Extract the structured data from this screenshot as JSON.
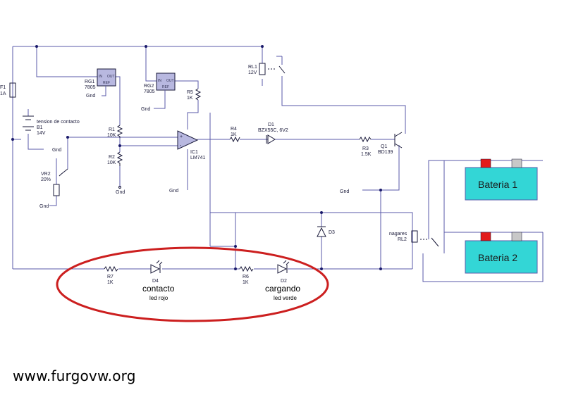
{
  "components": {
    "f1": {
      "ref": "F1",
      "value": "1A"
    },
    "b1": {
      "desc": "tension de contacto",
      "ref": "B1",
      "value": "14V"
    },
    "vr2": {
      "ref": "VR2",
      "value": "20%"
    },
    "rg1": {
      "ref": "RG1",
      "value": "7805",
      "in": "IN",
      "out": "OUT",
      "ref_pin": "REF"
    },
    "rg2": {
      "ref": "RG2",
      "value": "7805",
      "in": "IN",
      "out": "OUT",
      "ref_pin": "REF"
    },
    "r1": {
      "ref": "R1",
      "value": "10K"
    },
    "r2": {
      "ref": "R2",
      "value": "10K"
    },
    "r5": {
      "ref": "R5",
      "value": "1K"
    },
    "ic1": {
      "ref": "IC1",
      "value": "LM741"
    },
    "r4": {
      "ref": "R4",
      "value": "1K"
    },
    "d1": {
      "ref": "D1",
      "value": "BZX55C, 6V2"
    },
    "r3": {
      "ref": "R3",
      "value": "1.5K"
    },
    "q1": {
      "ref": "Q1",
      "value": "BD139"
    },
    "rl1": {
      "ref": "RL1",
      "value": "12V"
    },
    "rl2": {
      "desc": "nagares",
      "ref": "RL2"
    },
    "d3": {
      "ref": "D3"
    },
    "r7": {
      "ref": "R7",
      "value": "1K"
    },
    "d4": {
      "ref": "D4",
      "title": "contacto",
      "note": "led rojo"
    },
    "r6": {
      "ref": "R6",
      "value": "1K"
    },
    "d2": {
      "ref": "D2",
      "title": "cargando",
      "note": "led verde"
    }
  },
  "gnd_label": "Gnd",
  "batteries": [
    {
      "label": "Bateria 1"
    },
    {
      "label": "Bateria 2"
    }
  ],
  "colors": {
    "battery_fill": "#33d6d6",
    "terminal_positive": "#e21b1b",
    "terminal_negative": "#c8c8c8",
    "highlight_ellipse": "#cc1f1f",
    "wire": "#5a5aa8"
  },
  "watermark": "www.furgovw.org"
}
